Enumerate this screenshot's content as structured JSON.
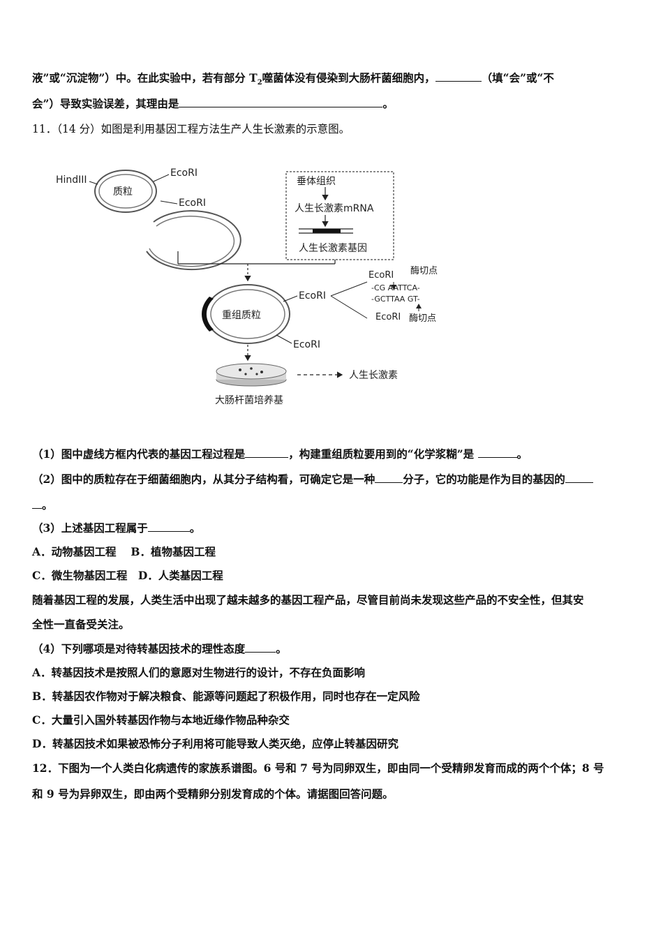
{
  "lines": {
    "l1_a": "液”或“沉淀物”）中。在此实验中，若有部分 T",
    "l1_sub": "2",
    "l1_b": "噬菌体没有侵染到大肠杆菌细胞内，",
    "l1_c": "（填“会”或“不",
    "l2_a": "会”）导致实验误差，其理由是",
    "l2_b": "。",
    "q11_title": "11．（14 分）如图是利用基因工程方法生产人生长激素的示意图。",
    "q1_a": "（1）图中虚线方框内代表的基因工程过程是",
    "q1_b": "，构建重组质粒要用到的“化学浆糊”是",
    "q1_c": "。",
    "q2_a": "（2）图中的质粒存在于细菌细胞内，从其分子结构看，可确定它是一种",
    "q2_b": "分子，它的功能是作为目的基因的",
    "q2_c": "。",
    "q3": "（3）上述基因工程属于",
    "q3_end": "。",
    "q3_optAB": "A．动物基因工程　 B．植物基因工程",
    "q3_optCD": "C．微生物基因工程　D．人类基因工程",
    "para1": "随着基因工程的发展，人类生活中出现了越未越多的基因工程产品，尽管目前尚未发现这些产品的不安全性，但其安",
    "para2": "全性一直备受关注。",
    "q4": "（4）下列哪项是对待转基因技术的理性态度",
    "q4_end": "。",
    "q4_A": "A．转基因技术是按照人们的意愿对生物进行的设计，不存在负面影响",
    "q4_B": "B．转基因农作物对于解决粮食、能源等问题起了积极作用，同时也存在一定风险",
    "q4_C": "C．大量引入国外转基因作物与本地近缘作物品种杂交",
    "q4_D": "D．转基因技术如果被恐怖分子利用将可能导致人类灭绝，应停止转基因研究",
    "q12_a": "12．下图为一个人类白化病遗传的家族系谱图。6 号和 7 号为同卵双生，即由同一个受精卵发育而成的两个个体；8 号",
    "q12_b": "和 9 号为异卵双生，即由两个受精卵分别发育成的个体。请据图回答问题。"
  },
  "figure": {
    "hindiii": "HindIII",
    "plasmid": "质粒",
    "ecori_1": "EcoRI",
    "ecori_2": "EcoRI",
    "pituitary": "垂体组织",
    "mrna": "人生长激素mRNA",
    "gene": "人生长激素基因",
    "ecori_top": "EcoRI",
    "cut_site_top": "酶切点",
    "seq_top": "-CG AATTCA-",
    "seq_bottom": "-GCTTAA GT-",
    "ecori_bottom": "EcoRI",
    "cut_site_bottom": "酶切点",
    "ecori_recomb": "EcoRI",
    "recomb_plasmid": "重组质粒",
    "ecori_recomb_bottom": "EcoRI",
    "hgh": "人生长激素",
    "ecoli_medium": "大肠杆菌培养基"
  }
}
